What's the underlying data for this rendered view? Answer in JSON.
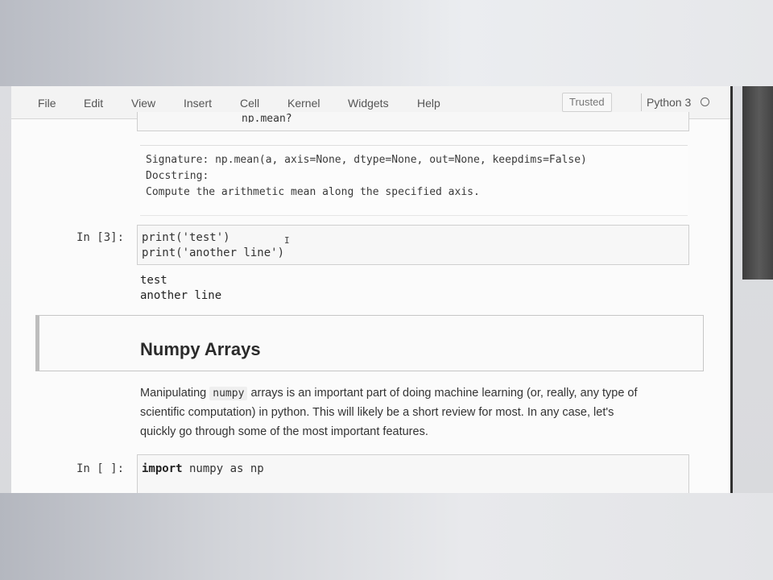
{
  "menu": {
    "items": [
      "File",
      "Edit",
      "View",
      "Insert",
      "Cell",
      "Kernel",
      "Widgets",
      "Help"
    ],
    "trusted_label": "Trusted",
    "kernel_name": "Python 3",
    "kernel_indicator_icon": "circle-outline-icon"
  },
  "partial_cell": {
    "text": "np.mean?"
  },
  "docstring": {
    "signature": "Signature: np.mean(a, axis=None, dtype=None, out=None, keepdims=False)",
    "docstring_label": "Docstring:",
    "description": "Compute the arithmetic mean along the specified axis."
  },
  "cell_3": {
    "prompt": "In [3]:",
    "code": [
      "print('test')",
      "print('another line')"
    ],
    "output": [
      "test",
      "another line"
    ],
    "cursor_glyph": "I"
  },
  "markdown": {
    "heading": "Numpy Arrays",
    "para_before_code": "Manipulating",
    "inline_code": "numpy",
    "para_after_code": "arrays is an important part of doing machine learning (or, really, any type of",
    "para_line_2": "scientific computation) in python. This will likely be a short review for most. In any case, let's",
    "para_line_3": "quickly go through some of the most important features."
  },
  "cell_next": {
    "prompt": "In [ ]:",
    "keyword": "import",
    "code_rest": " numpy as np"
  },
  "colors": {
    "window_bg": "#fbfbfb",
    "menubar_bg": "#f3f3f3",
    "cell_bg": "#f7f7f7",
    "cell_border": "#cfcfcf"
  }
}
